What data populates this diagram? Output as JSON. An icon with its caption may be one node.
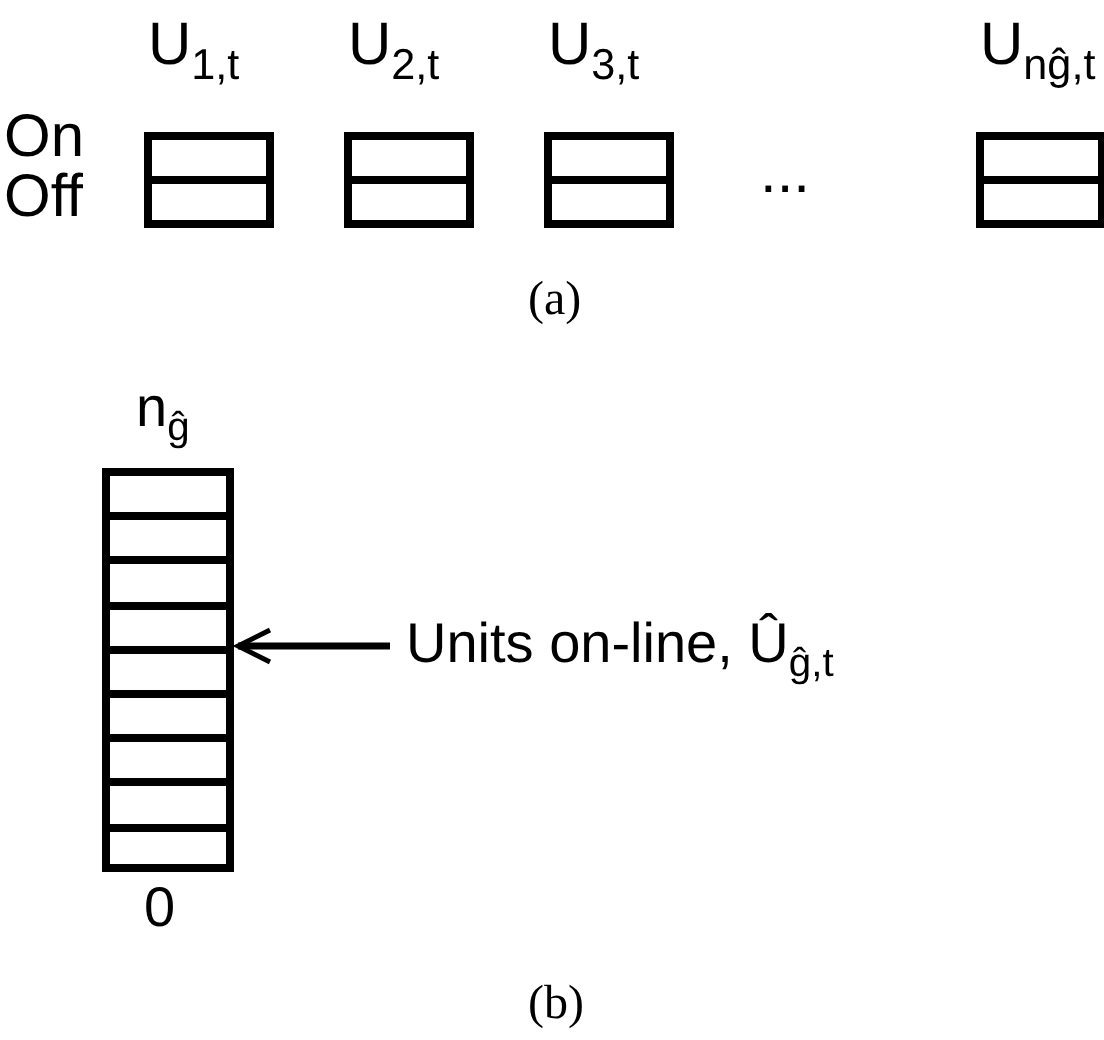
{
  "diagram": {
    "nodes": [
      {
        "text": [],
        "shape": "box",
        "beside": [
          "n$_{ĝ}$",
          "0"
        ]
      },
      {
        "text": [
          "Units on-line, Û$_{ĝ,t}$"
        ]
      }
    ],
    "edges": [
      {
        "from": 1,
        "to": 0,
        "arrow": "to"
      }
    ],
    "labels": [
      "U$_{1,t}$",
      "U$_{2,t}$",
      "U$_{3,t}$",
      "U$_{nĝ,t}$",
      "On",
      "Off",
      "...",
      "(a)",
      "(b)"
    ]
  }
}
